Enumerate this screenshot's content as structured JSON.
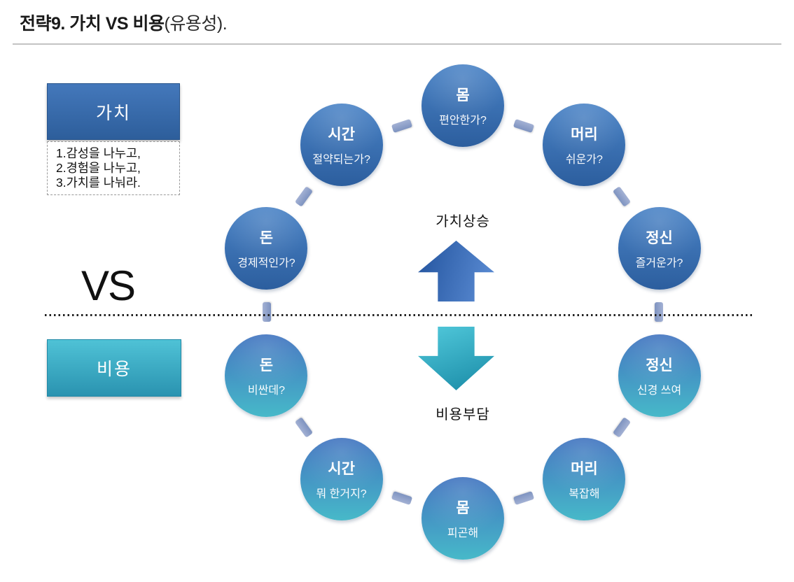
{
  "slide": {
    "title_main": "전략9. 가치 VS 비용",
    "title_suffix": "(유용성).",
    "vs_label": "VS"
  },
  "value_section": {
    "label": "가치",
    "notes": [
      "1.감성을 나누고,",
      "2.경험을 나누고,",
      "3.가치를 나눠라."
    ],
    "arrow_label": "가치상승"
  },
  "cost_section": {
    "label": "비용",
    "arrow_label": "비용부담"
  },
  "ring": {
    "items": [
      {
        "group": "value",
        "angle": 0,
        "title": "몸",
        "subtitle": "편안한가?"
      },
      {
        "group": "value",
        "angle": -36,
        "title": "시간",
        "subtitle": "절약되는가?"
      },
      {
        "group": "value",
        "angle": 36,
        "title": "머리",
        "subtitle": "쉬운가?"
      },
      {
        "group": "value",
        "angle": -72,
        "title": "돈",
        "subtitle": "경제적인가?"
      },
      {
        "group": "value",
        "angle": 72,
        "title": "정신",
        "subtitle": "즐거운가?"
      },
      {
        "group": "cost",
        "angle": -108,
        "title": "돈",
        "subtitle": "비싼데?"
      },
      {
        "group": "cost",
        "angle": 108,
        "title": "정신",
        "subtitle": "신경 쓰여"
      },
      {
        "group": "cost",
        "angle": -144,
        "title": "시간",
        "subtitle": "뭐 한거지?"
      },
      {
        "group": "cost",
        "angle": 144,
        "title": "머리",
        "subtitle": "복잡해"
      },
      {
        "group": "cost",
        "angle": 180,
        "title": "몸",
        "subtitle": "피곤해"
      }
    ]
  },
  "colors": {
    "title_text": "#1a1a1a",
    "divider_gray": "#c3c3c3",
    "dotted_line": "#222222",
    "circle_value_top": "#4a83c6",
    "circle_value_bottom": "#2c5e9e",
    "circle_cost_top": "#4274c0",
    "circle_cost_bottom": "#47b9c9",
    "value_box_top": "#4478bb",
    "value_box_bottom": "#2d5e9b",
    "cost_box_top": "#4fc2d6",
    "cost_box_bottom": "#2a93b0",
    "up_arrow_dark": "#2b5ca6",
    "up_arrow_light": "#5586ce",
    "down_arrow_light": "#4cc3d6",
    "down_arrow_dark": "#1e90ab",
    "connector_light": "#a3b1d4",
    "connector_dark": "#7e93c0"
  }
}
